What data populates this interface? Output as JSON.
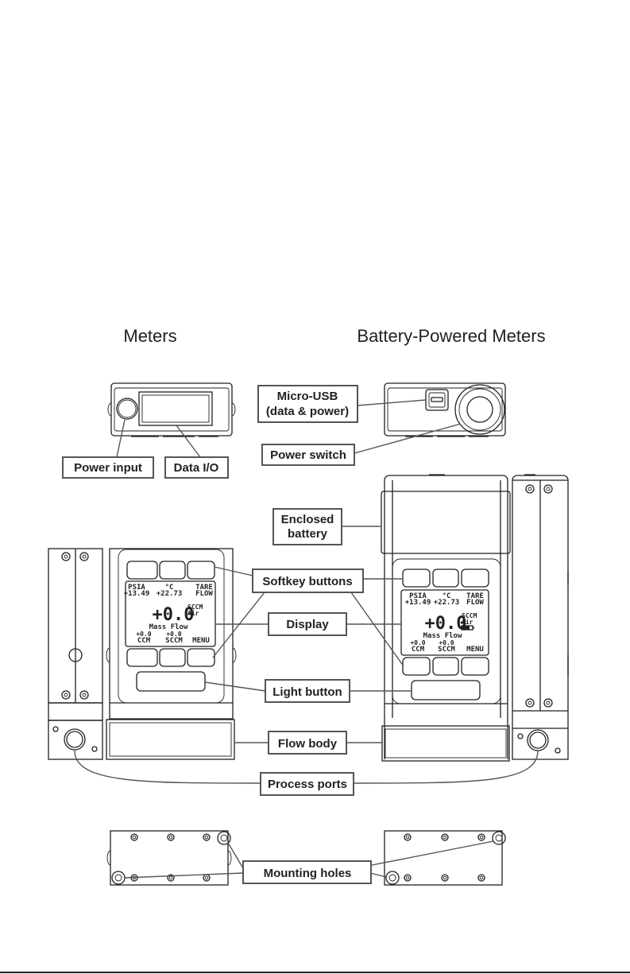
{
  "headings": {
    "left": "Meters",
    "right": "Battery-Powered Meters"
  },
  "callouts": {
    "power_input": "Power input",
    "data_io": "Data I/O",
    "micro_usb_line1": "Micro-USB",
    "micro_usb_line2": "(data & power)",
    "power_switch": "Power switch",
    "enclosed_battery_line1": "Enclosed",
    "enclosed_battery_line2": "battery",
    "softkey_buttons": "Softkey buttons",
    "display": "Display",
    "light_button": "Light button",
    "flow_body": "Flow body",
    "process_ports": "Process ports",
    "mounting_holes": "Mounting holes"
  },
  "lcd": {
    "top_left_label": "PSIA",
    "top_left_value": "+13.49",
    "top_mid_label": "°C",
    "top_mid_value": "+22.73",
    "top_right_line1": "TARE",
    "top_right_line2": "FLOW",
    "main_value": "+0.0",
    "unit": "SCCM",
    "gas": "Air",
    "main_label": "Mass Flow",
    "bottom_left_value": "+0.0",
    "bottom_left_label": "CCM",
    "bottom_mid_value": "+0.0",
    "bottom_mid_label": "SCCM",
    "bottom_right_label": "MENU"
  },
  "colors": {
    "line": "#231f20",
    "callout_border": "#555555",
    "background": "#ffffff"
  }
}
